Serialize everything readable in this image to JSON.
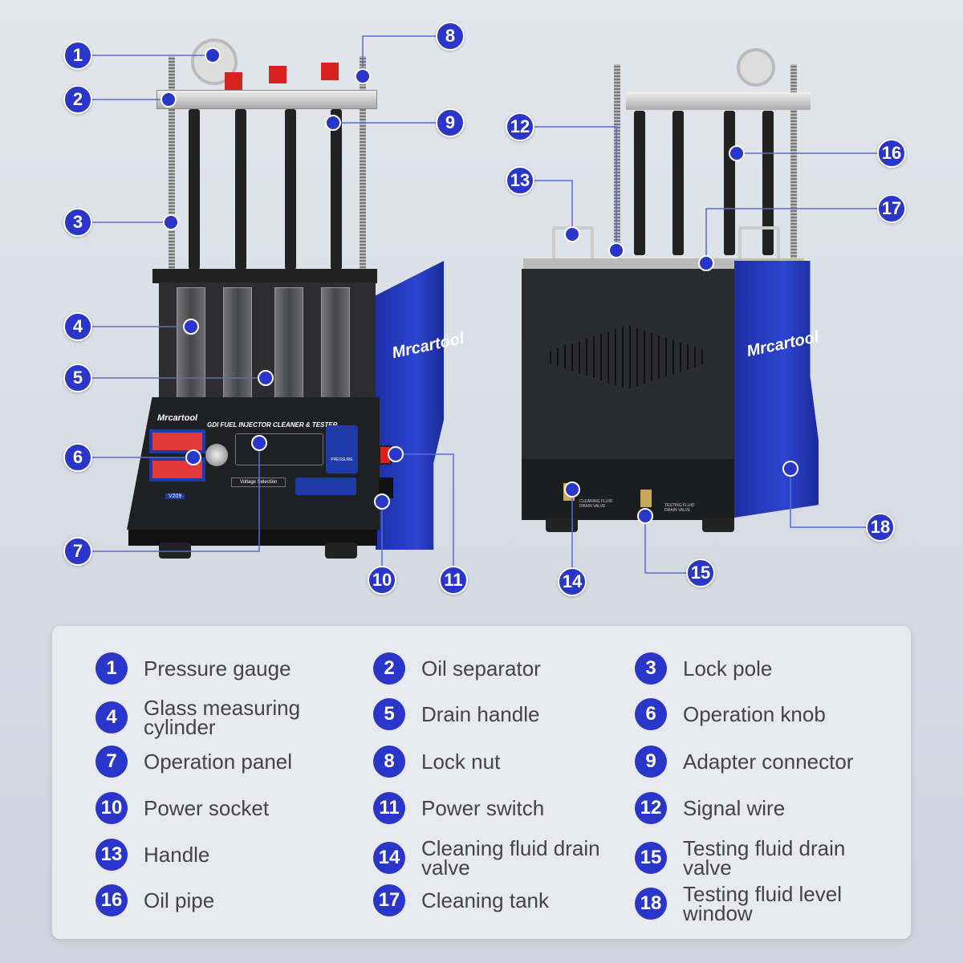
{
  "brand": "Mrcartool",
  "panel_title": "GDI FUEL INJECTOR CLEANER & TESTER",
  "model": "V209",
  "pressure_label": "PRESSURE",
  "voltage_label": "Voltage Selection",
  "drain_labels": [
    "CLEANING FLUID DRAIN VALVE",
    "TESTING FLUID DRAIN VALVE"
  ],
  "colors": {
    "accent": "#2a35c9",
    "body": "#2c44d0",
    "display": "#e23a3a"
  },
  "legend": [
    {
      "n": "1",
      "label": "Pressure gauge"
    },
    {
      "n": "2",
      "label": "Oil separator"
    },
    {
      "n": "3",
      "label": "Lock pole"
    },
    {
      "n": "4",
      "label": "Glass measuring cylinder"
    },
    {
      "n": "5",
      "label": "Drain handle"
    },
    {
      "n": "6",
      "label": "Operation knob"
    },
    {
      "n": "7",
      "label": "Operation panel"
    },
    {
      "n": "8",
      "label": "Lock nut"
    },
    {
      "n": "9",
      "label": "Adapter connector"
    },
    {
      "n": "10",
      "label": "Power socket"
    },
    {
      "n": "11",
      "label": "Power switch"
    },
    {
      "n": "12",
      "label": "Signal wire"
    },
    {
      "n": "13",
      "label": "Handle"
    },
    {
      "n": "14",
      "label": "Cleaning fluid drain valve"
    },
    {
      "n": "15",
      "label": "Testing fluid drain valve"
    },
    {
      "n": "16",
      "label": "Oil pipe"
    },
    {
      "n": "17",
      "label": "Cleaning tank"
    },
    {
      "n": "18",
      "label": "Testing fluid level window"
    }
  ]
}
